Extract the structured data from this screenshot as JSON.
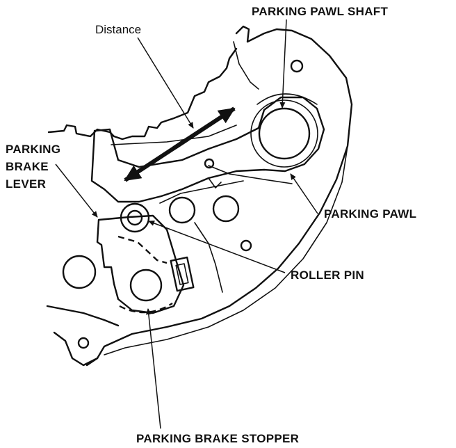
{
  "labels": {
    "distance": "Distance",
    "parking_pawl_shaft": "PARKING PAWL SHAFT",
    "parking_brake_lever_1": "PARKING",
    "parking_brake_lever_2": "BRAKE",
    "parking_brake_lever_3": "LEVER",
    "parking_pawl": "PARKING PAWL",
    "roller_pin": "ROLLER PIN",
    "parking_brake_stopper": "PARKING BRAKE STOPPER"
  },
  "colors": {
    "ink": "#111111",
    "paper": "#ffffff"
  },
  "icons": {
    "arrow": "double-headed-arrow"
  }
}
